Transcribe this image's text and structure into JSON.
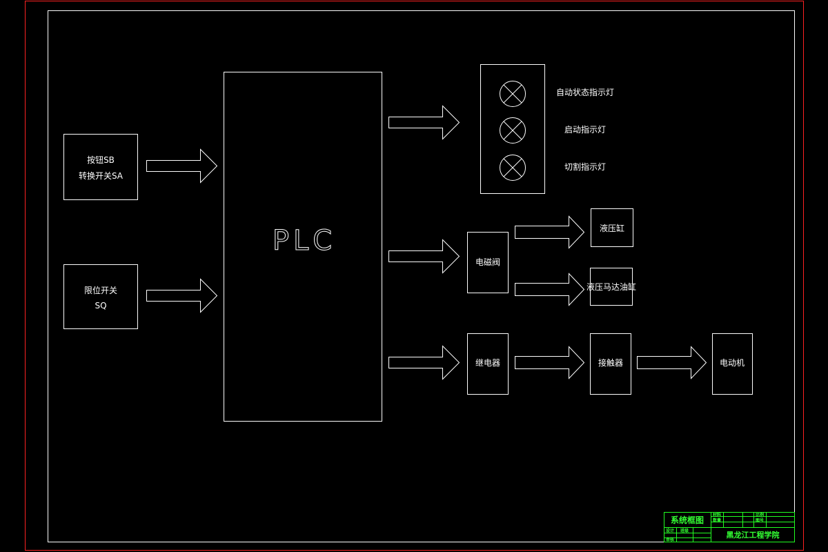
{
  "diagram": {
    "inputs": {
      "button_line1": "按钮SB",
      "button_line2": "转换开关SA",
      "limit_line1": "限位开关",
      "limit_line2": "SQ"
    },
    "controller": "PLC",
    "indicators": {
      "auto": "自动状态指示灯",
      "start": "启动指示灯",
      "cut": "切割指示灯"
    },
    "outputs": {
      "solenoid": "电磁阀",
      "cylinder": "液压缸",
      "hyd_motor": "液压马达油缸",
      "relay": "继电器",
      "contactor": "接触器",
      "motor": "电动机"
    }
  },
  "title_block": {
    "title": "系统框图",
    "c1": "材料",
    "c2": "数量",
    "c3": "比例",
    "c4": "图号",
    "c5": "设计",
    "c6": "班级",
    "c7": "审核",
    "school": "黑龙江工程学院"
  },
  "colors": {
    "background": "#000000",
    "lines": "#ffffff",
    "border": "#ff2222",
    "title_block": "#22ff22"
  }
}
